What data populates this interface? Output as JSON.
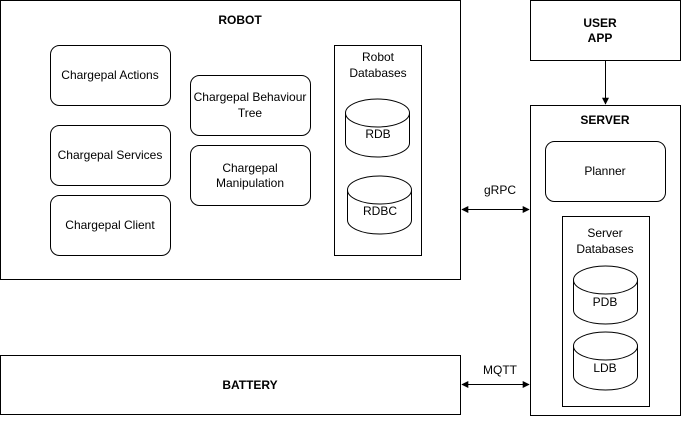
{
  "colors": {
    "stroke": "#000000",
    "fill": "#ffffff",
    "text": "#000000"
  },
  "robot": {
    "title": "ROBOT",
    "modules": {
      "actions": "Chargepal Actions",
      "services": "Chargepal Services",
      "client": "Chargepal Client",
      "behaviour_tree": [
        "Chargepal Behaviour",
        "Tree"
      ],
      "manipulation": [
        "Chargepal",
        "Manipulation"
      ]
    },
    "databases": {
      "title": [
        "Robot",
        "Databases"
      ],
      "rdb": "RDB",
      "rdbc": "RDBC"
    }
  },
  "user_app": {
    "title": [
      "USER",
      "APP"
    ]
  },
  "server": {
    "title": "SERVER",
    "planner": "Planner",
    "databases": {
      "title": [
        "Server",
        "Databases"
      ],
      "pdb": "PDB",
      "ldb": "LDB"
    }
  },
  "battery": {
    "title": "BATTERY"
  },
  "links": {
    "grpc": "gRPC",
    "mqtt": "MQTT"
  }
}
